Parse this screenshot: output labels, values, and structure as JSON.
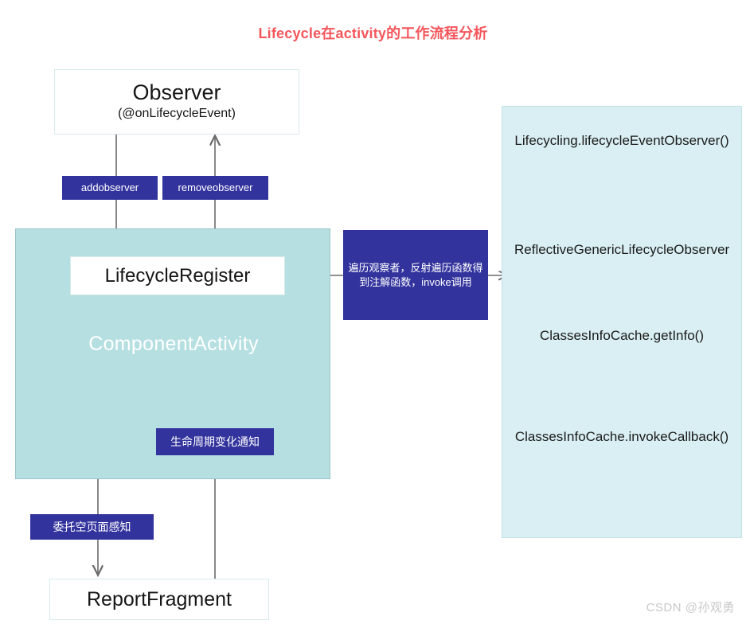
{
  "diagram": {
    "title": "Lifecycle在activity的工作流程分析",
    "watermark": "CSDN @孙观勇",
    "colors": {
      "title": "#f4565c",
      "badge_navy": "#33339e",
      "component_activity_fill": "#b5dfe1",
      "right_panel_fill": "#d9eff3",
      "box_fill": "#ffffff",
      "arrow": "#6b6b6b"
    },
    "nodes": {
      "observer": {
        "title": "Observer",
        "subtitle": "(@onLifecycleEvent)"
      },
      "component_activity": {
        "label": "ComponentActivity"
      },
      "lifecycle_register": {
        "label": "LifecycleRegister"
      },
      "report_fragment": {
        "label": "ReportFragment"
      }
    },
    "badges": {
      "addobserver": "addobserver",
      "removeobserver": "removeobserver",
      "traverse": "遍历观察者，反射遍历函数得到注解函数，invoke调用",
      "lifecycle_notify": "生命周期变化通知",
      "delegate_empty_page": "委托空页面感知"
    },
    "right_panel_steps": [
      "Lifecycling.lifecycleEventObserver()",
      "ReflectiveGenericLifecycleObserver",
      "ClassesInfoCache.getInfo()",
      "ClassesInfoCache.invokeCallback()"
    ]
  }
}
